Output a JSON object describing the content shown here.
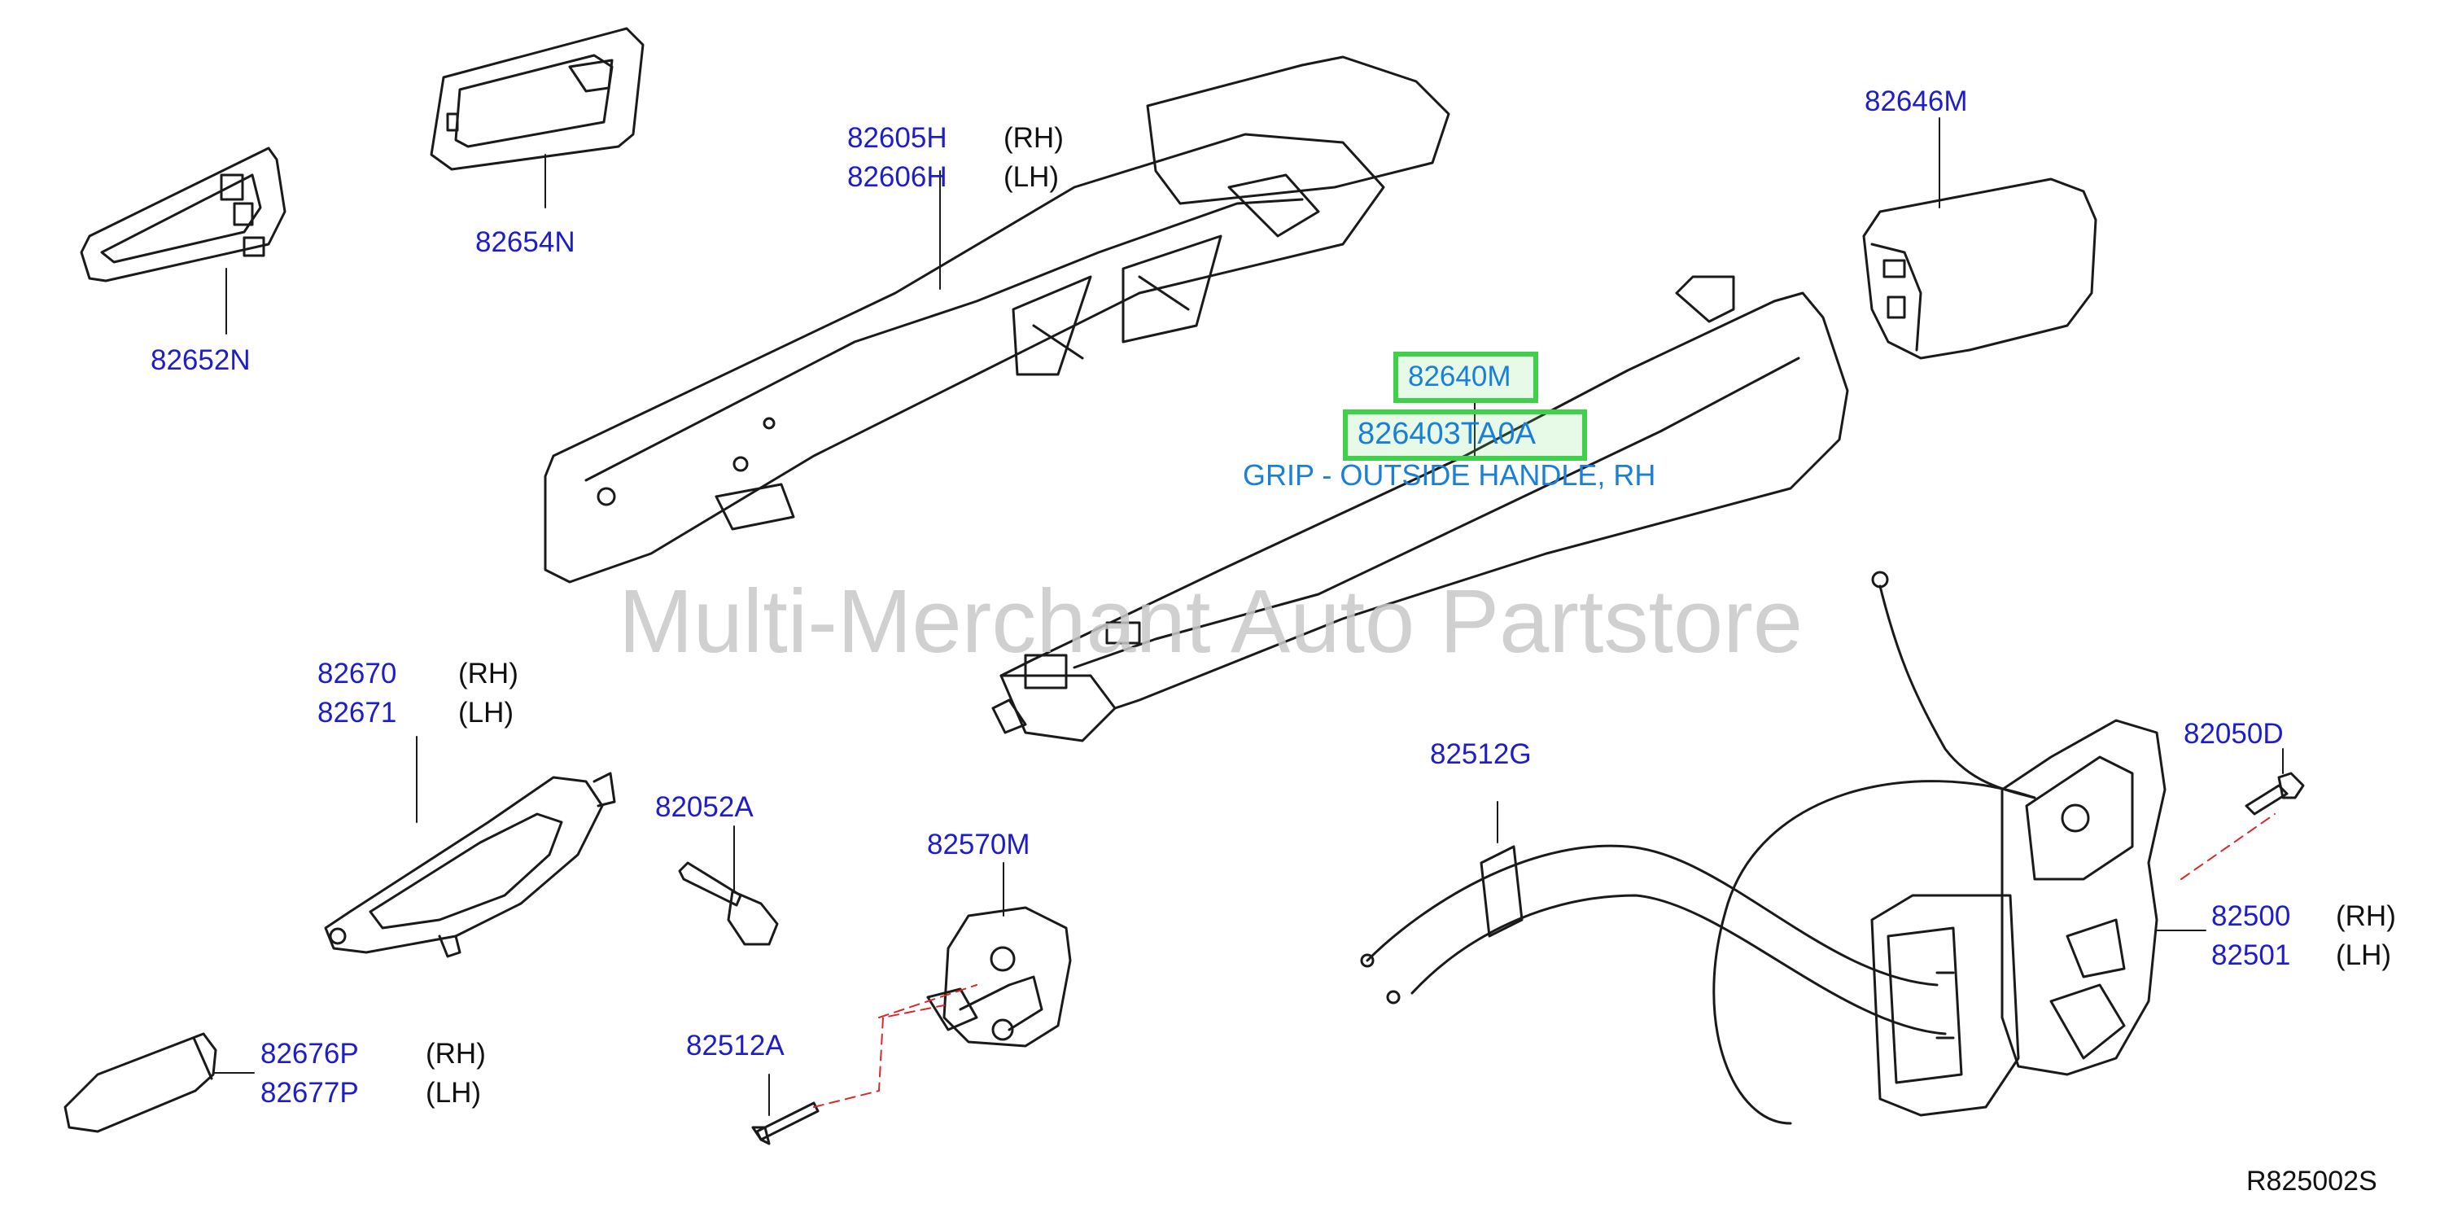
{
  "diagram": {
    "watermark": "Multi-Merchant Auto Partstore",
    "reference": "R825002S",
    "highlight": {
      "part_number": "82640M",
      "catalog_number": "826403TA0A",
      "description": "GRIP - OUTSIDE HANDLE, RH"
    },
    "callouts": [
      {
        "id": "82652N",
        "text": "82652N"
      },
      {
        "id": "82654N",
        "text": "82654N"
      },
      {
        "id": "82605H",
        "text": "82605H",
        "side": "(RH)"
      },
      {
        "id": "82606H",
        "text": "82606H",
        "side": "(LH)"
      },
      {
        "id": "82646M",
        "text": "82646M"
      },
      {
        "id": "82670",
        "text": "82670",
        "side": "(RH)"
      },
      {
        "id": "82671",
        "text": "82671",
        "side": "(LH)"
      },
      {
        "id": "82052A",
        "text": "82052A"
      },
      {
        "id": "82570M",
        "text": "82570M"
      },
      {
        "id": "82512G",
        "text": "82512G"
      },
      {
        "id": "82050D",
        "text": "82050D"
      },
      {
        "id": "82500",
        "text": "82500",
        "side": "(RH)"
      },
      {
        "id": "82501",
        "text": "82501",
        "side": "(LH)"
      },
      {
        "id": "82676P",
        "text": "82676P",
        "side": "(RH)"
      },
      {
        "id": "82677P",
        "text": "82677P",
        "side": "(LH)"
      },
      {
        "id": "82512A",
        "text": "82512A"
      }
    ]
  }
}
